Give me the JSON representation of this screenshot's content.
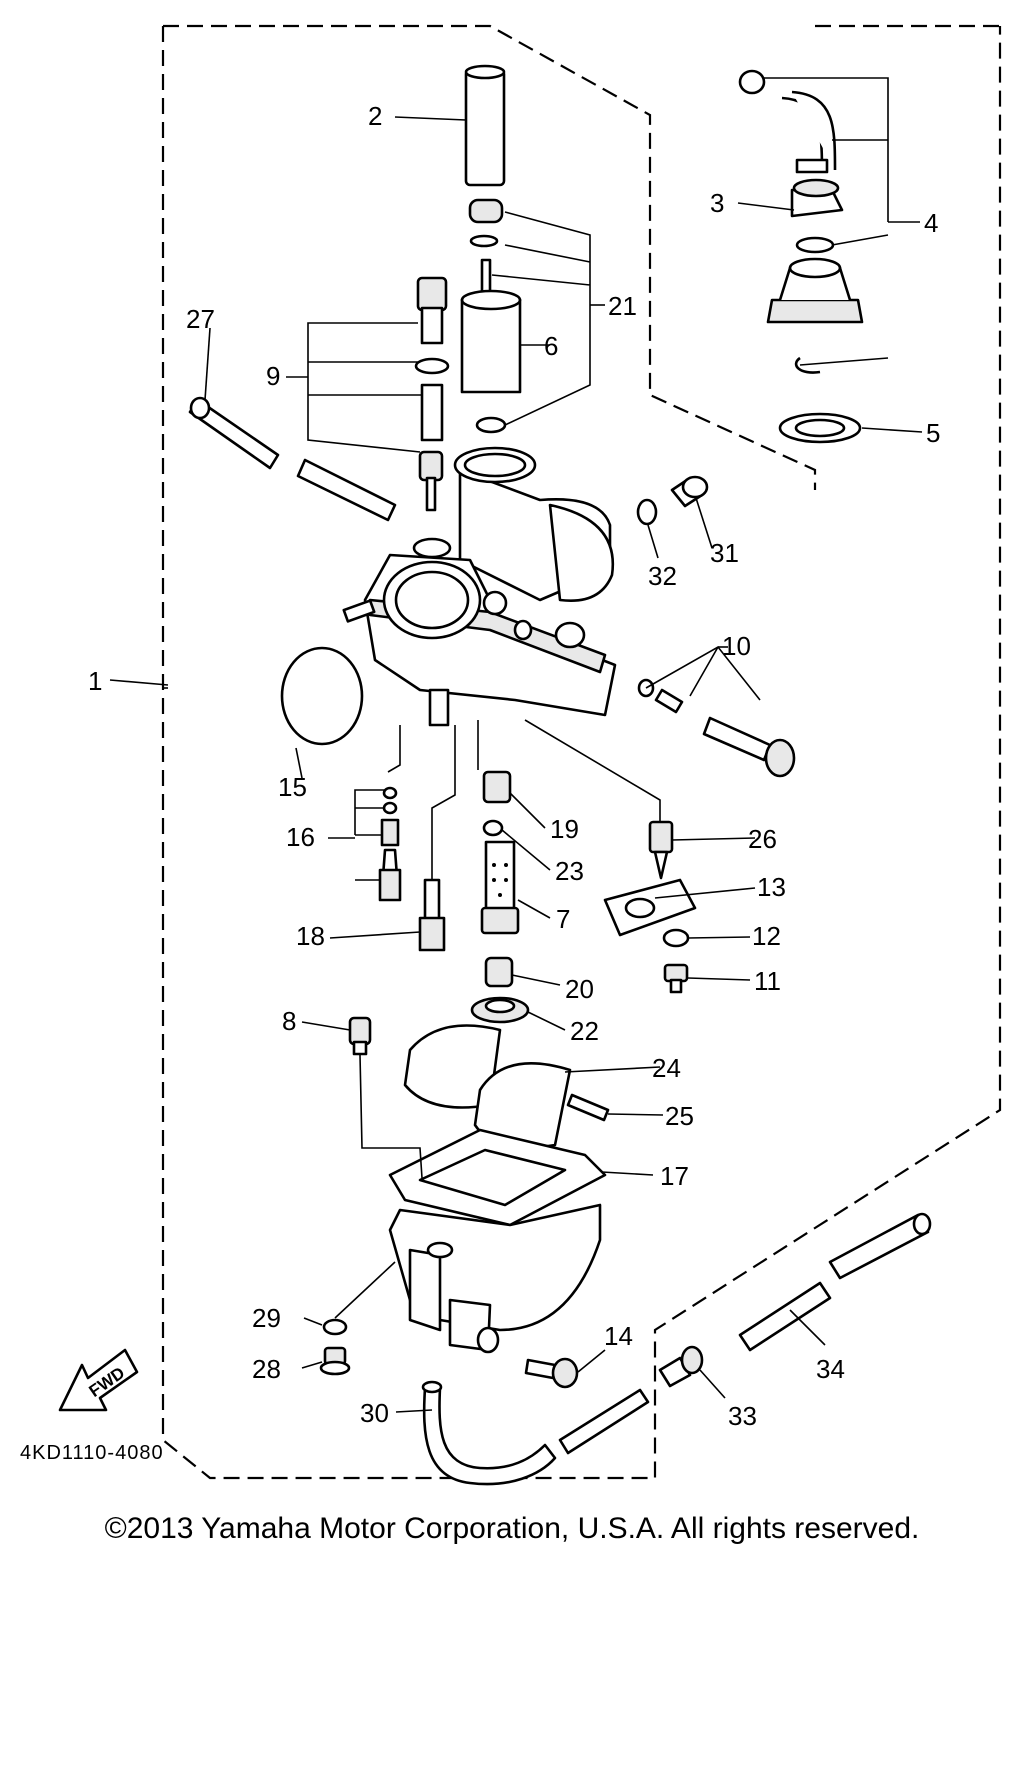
{
  "diagram": {
    "callouts": [
      "1",
      "2",
      "3",
      "4",
      "5",
      "6",
      "7",
      "8",
      "9",
      "10",
      "11",
      "12",
      "13",
      "14",
      "15",
      "16",
      "17",
      "18",
      "19",
      "20",
      "21",
      "22",
      "23",
      "24",
      "25",
      "26",
      "27",
      "28",
      "29",
      "30",
      "31",
      "32",
      "33",
      "34"
    ],
    "fwd_label": "FWD",
    "drawing_code": "4KD1110-4080"
  },
  "footer": {
    "copyright": "©2013 Yamaha Motor Corporation, U.S.A. All rights reserved."
  }
}
